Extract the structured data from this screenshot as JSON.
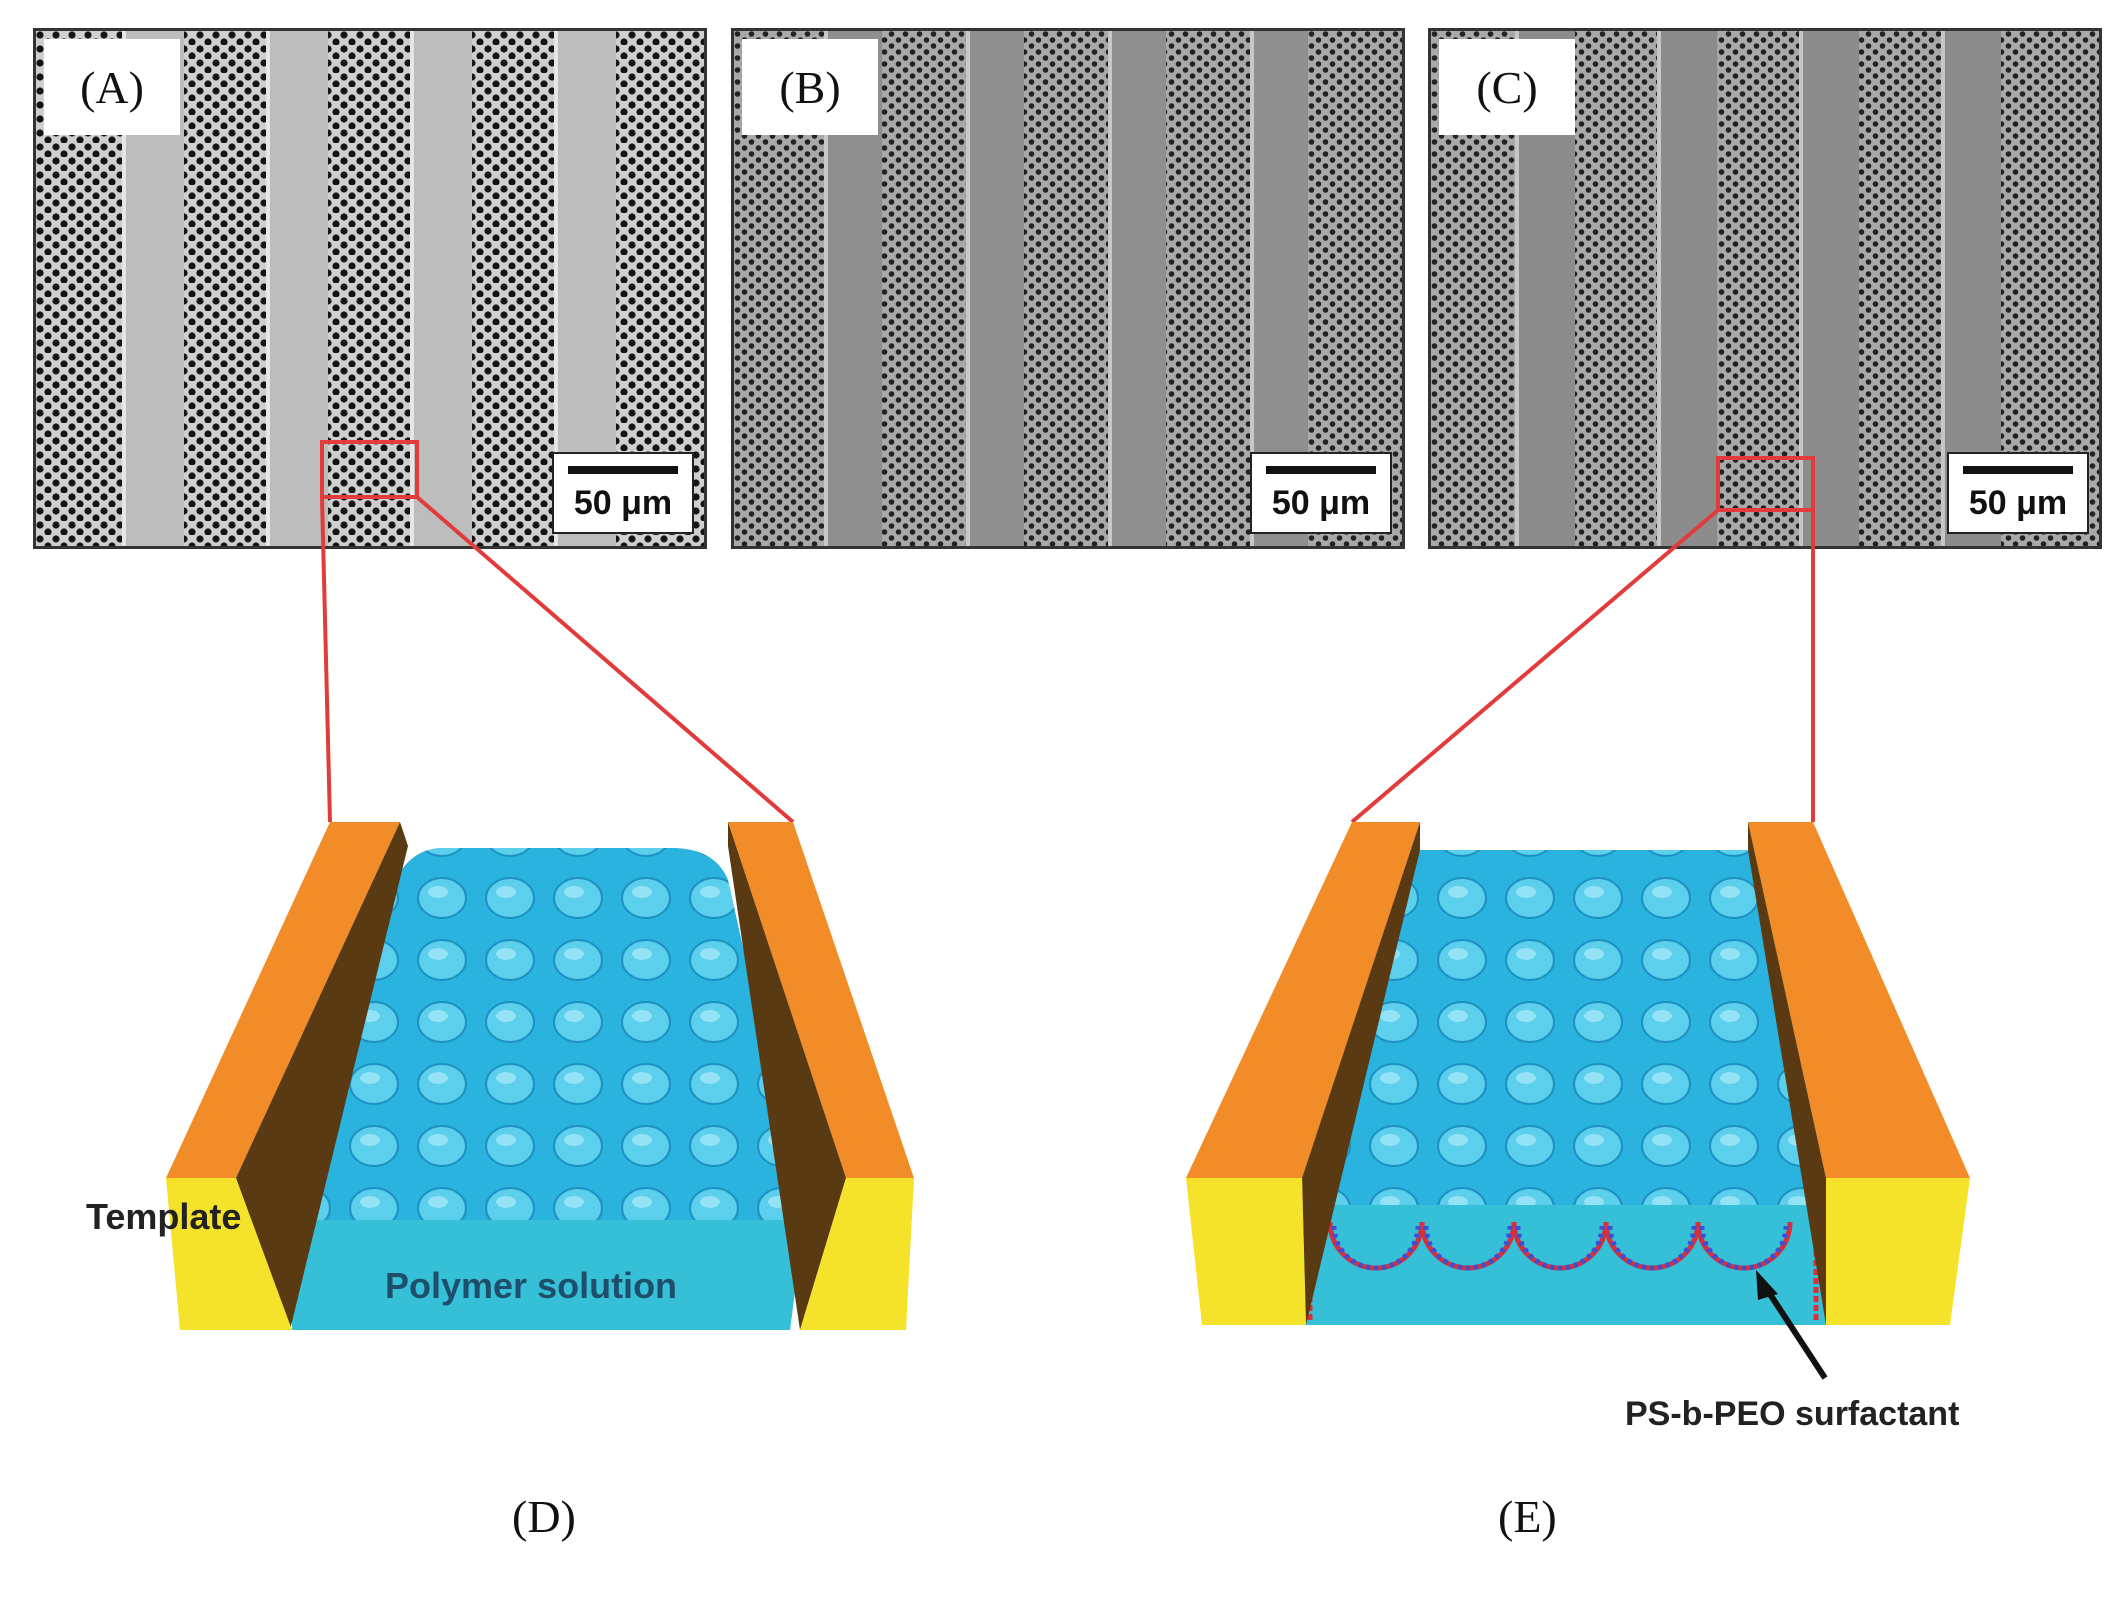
{
  "figure": {
    "panels": [
      {
        "label": "(A)",
        "scale": "50 μm"
      },
      {
        "label": "(B)",
        "scale": "50 μm"
      },
      {
        "label": "(C)",
        "scale": "50 μm"
      }
    ],
    "diagram_d": {
      "caption": "(D)",
      "template_label": "Template",
      "solution_label": "Polymer solution"
    },
    "diagram_e": {
      "caption": "(E)",
      "surfactant_label": "PS-b-PEO surfactant"
    },
    "colors": {
      "template_side": "#f28c28",
      "template_front": "#f5e22a",
      "solution": "#2bb3df",
      "zoom_lines": "#e23b3b",
      "surfactant_red": "#d8303a",
      "surfactant_blue": "#3a4fd8"
    }
  }
}
